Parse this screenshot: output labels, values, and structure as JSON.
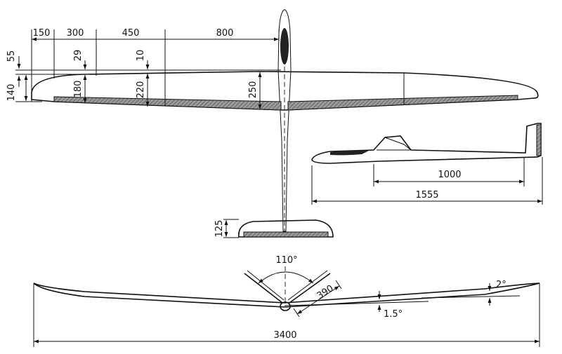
{
  "diagram": {
    "top_view": {
      "span_segments": [
        "150",
        "300",
        "450",
        "800"
      ],
      "offsets": [
        "55",
        "29",
        "10"
      ],
      "chords": [
        "140",
        "180",
        "220",
        "250"
      ],
      "stabilizer_chord": "125"
    },
    "side_view": {
      "tail_arm": "1000",
      "fuselage_length": "1555"
    },
    "front_view": {
      "v_tail_angle": "110°",
      "v_tail_panel": "390",
      "wing_dihedral": "1.5°",
      "tip_dihedral": "2°",
      "wingspan": "3400"
    }
  }
}
